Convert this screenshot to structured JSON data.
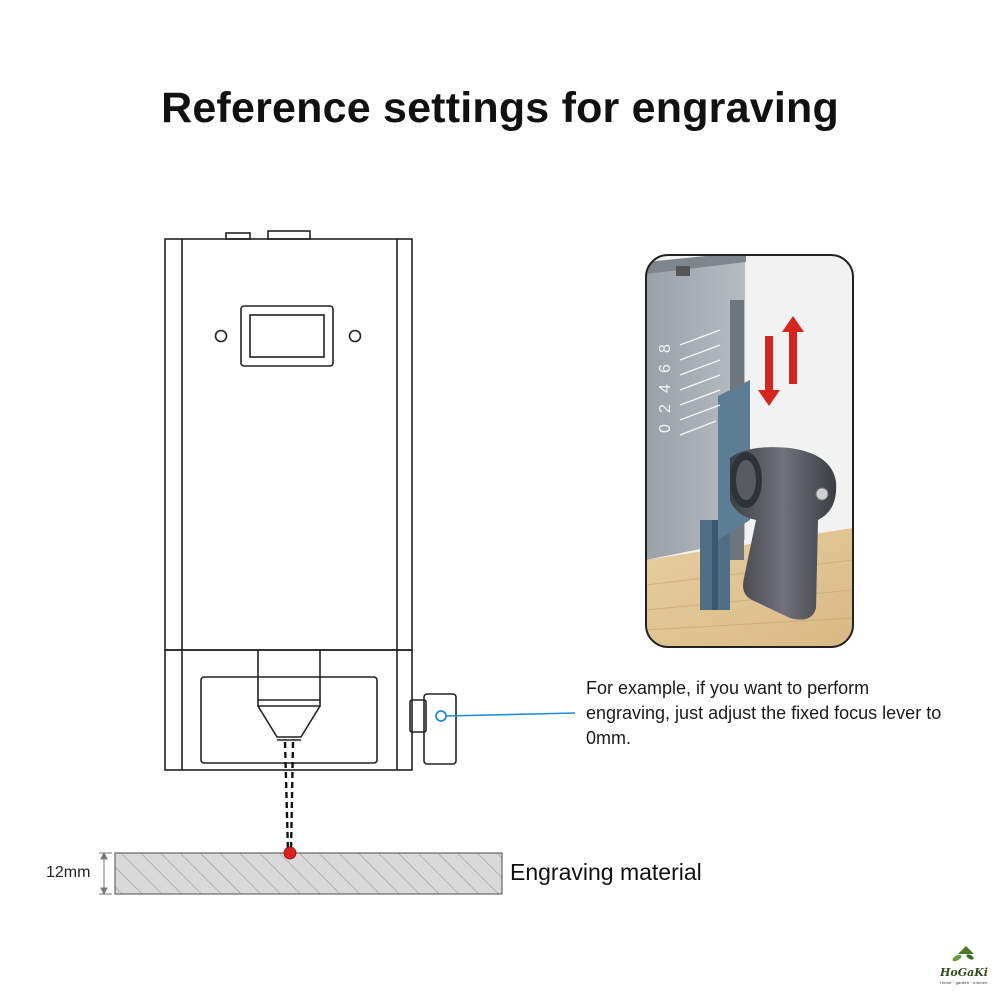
{
  "title": "Reference settings for engraving",
  "callout_text": "For example, if you want to perform engraving, just adjust the fixed focus lever to 0mm.",
  "material_label": "Engraving material",
  "thickness_label": "12mm",
  "scale_ticks": [
    "8",
    "6",
    "4",
    "2",
    "0"
  ],
  "brand": {
    "name": "HoGaKi",
    "tagline": "Home · garden · kitchen"
  },
  "colors": {
    "laser_dot": "#e02020",
    "leader_line": "#1e8fd6",
    "arrow": "#d9231d",
    "material_fill": "#d9d9d9",
    "outline": "#222222"
  }
}
